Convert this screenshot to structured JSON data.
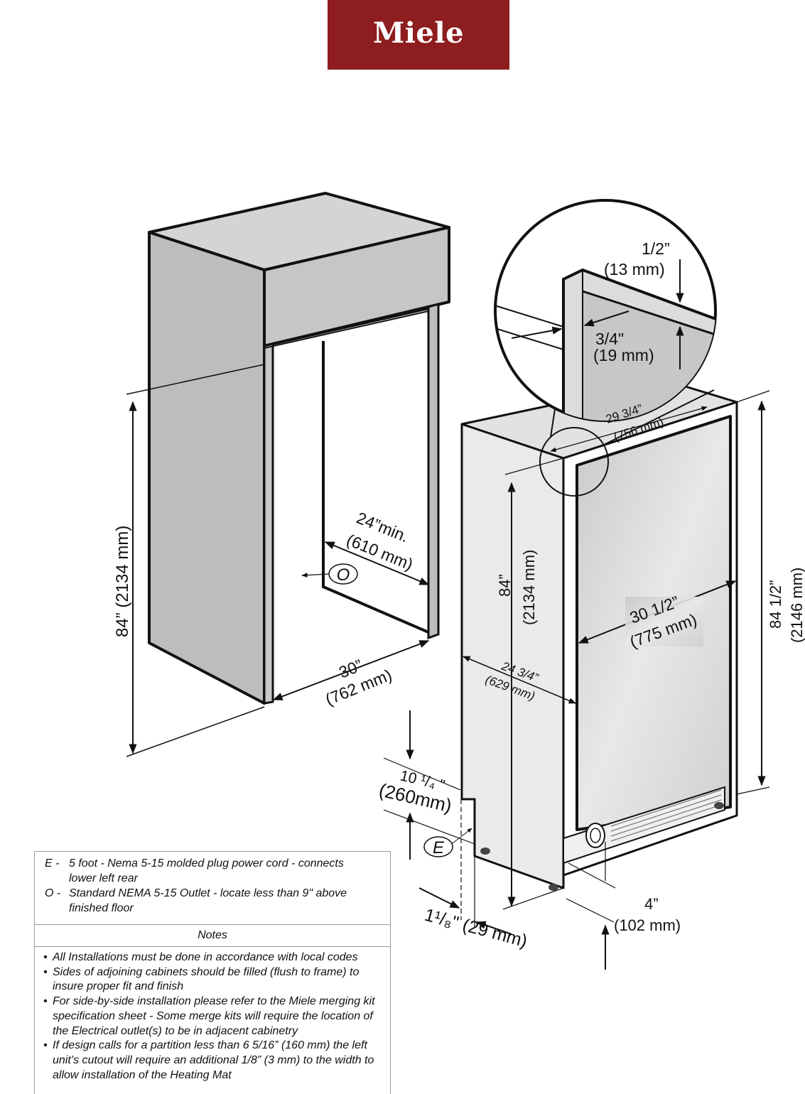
{
  "brand": {
    "logo_text": "Miele",
    "logo_color": "#8d1d1e"
  },
  "dimensions": {
    "niche_height": "84” (2134 mm)",
    "niche_width_in": "30”",
    "niche_width_mm": "(762 mm)",
    "niche_depth_in": "24”min.",
    "niche_depth_mm": "(610 mm)",
    "outlet_marker": "O",
    "cord_marker": "E",
    "detail_top_in": "1/2”",
    "detail_top_mm": "(13 mm)",
    "detail_side_in": "3/4\"",
    "detail_side_mm": "(19 mm)",
    "panel_width_in": "29 3/4”",
    "panel_width_mm": "(756 mm)",
    "unit_height_in": "84”",
    "unit_height_mm": "(2134 mm)",
    "unit_width_in": "30 1/2”",
    "unit_width_mm": "(775 mm)",
    "unit_depth_in": "24 3/4”",
    "unit_depth_mm": "(629 mm)",
    "overall_height_in": "84 1/2”",
    "overall_height_mm": "(2146 mm)",
    "cord_height_in": "10 ¹/₄ \"",
    "cord_height_mm": "(260mm)",
    "cord_offset": "1¹/₈\" (29 mm)",
    "toe_in": "4”",
    "toe_mm": "(102 mm)"
  },
  "legend": {
    "items": [
      {
        "key": "E -",
        "text": "5 foot - Nema 5-15 molded plug power cord - connects",
        "text2": "lower left rear"
      },
      {
        "key": "O -",
        "text": "Standard NEMA 5-15 Outlet - locate less than 9\" above",
        "text2": "finished floor"
      }
    ],
    "notes_heading": "Notes",
    "notes": [
      {
        "bullet": "•",
        "text": "All Installations must be done in accordance with local codes"
      },
      {
        "bullet": "•",
        "text": "Sides of adjoining cabinets should be filled (flush to frame) to insure proper fit and finish"
      },
      {
        "bullet": "•",
        "text": "For side-by-side installation please refer to the Miele merging kit specification sheet - Some merge kits will require the location of the Electrical outlet(s) to be in adjacent cabinetry"
      },
      {
        "bullet": "•",
        "text": "If design calls for a partition less than 6 5/16” (160 mm) the left unit’s cutout will require an additional 1/8” (3 mm) to the width to allow installation of the Heating Mat"
      }
    ]
  }
}
